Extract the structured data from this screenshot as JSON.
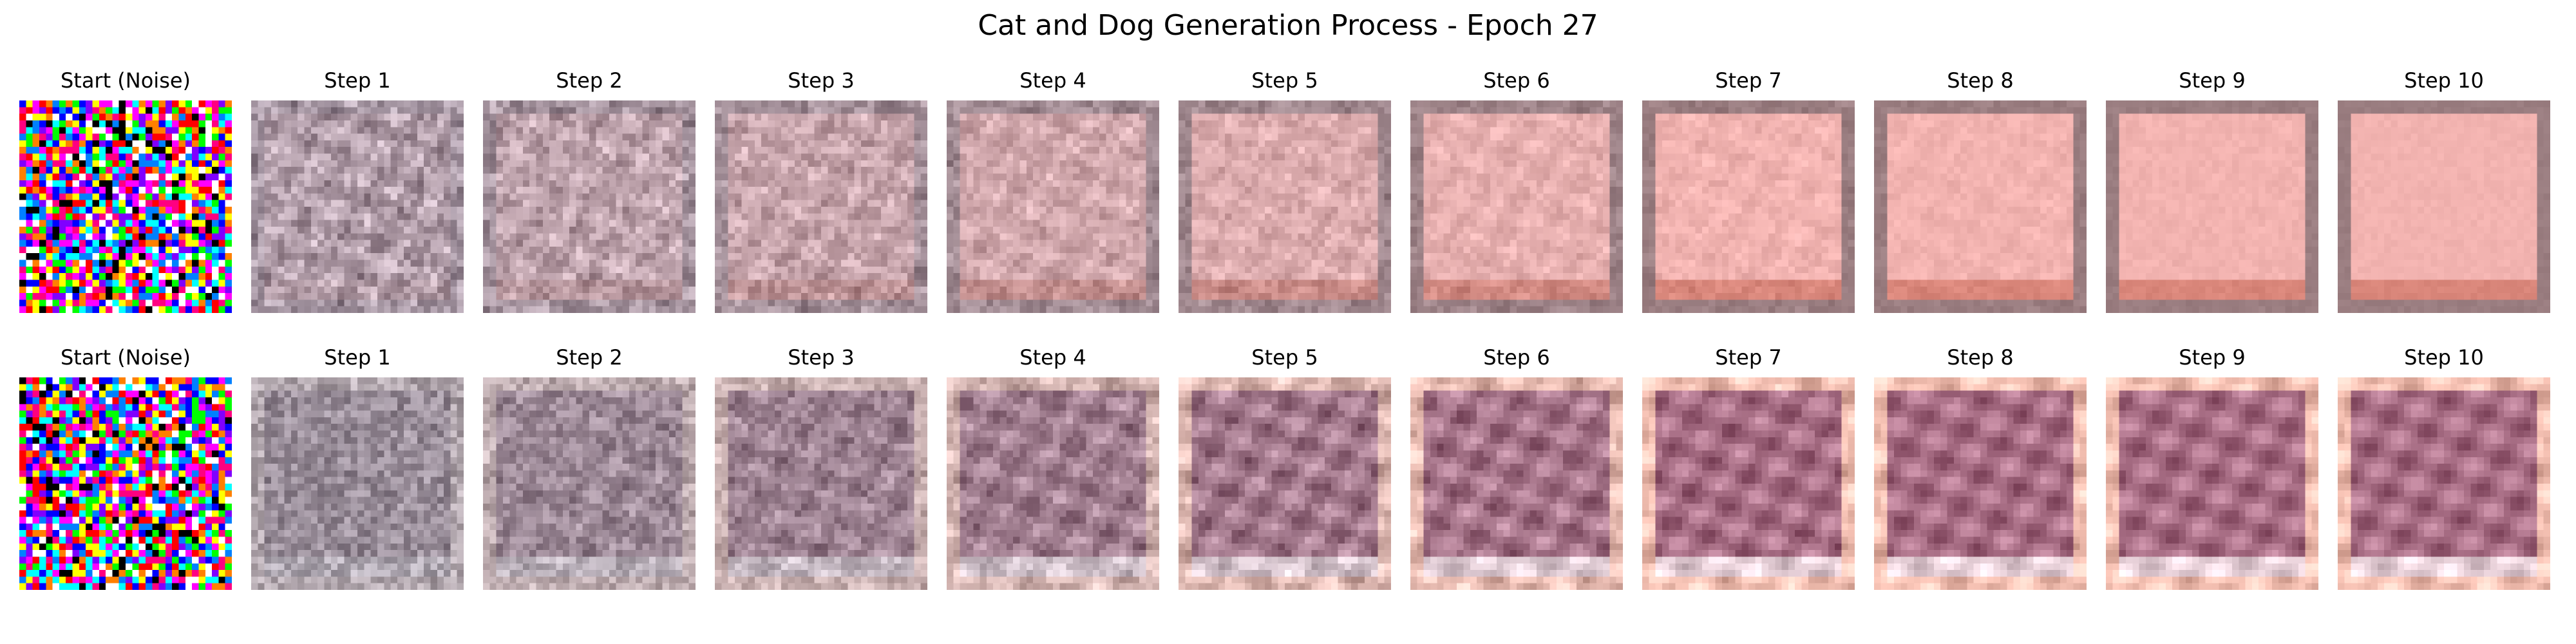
{
  "figure": {
    "title": "Cat and Dog Generation Process - Epoch 27"
  },
  "rows": [
    {
      "panels": [
        "Start (Noise)",
        "Step 1",
        "Step 2",
        "Step 3",
        "Step 4",
        "Step 5",
        "Step 6",
        "Step 7",
        "Step 8",
        "Step 9",
        "Step 10"
      ],
      "palette": {
        "border": "#9a7d80",
        "inner": "#f2b3b0",
        "bottom_band": "#d9867a",
        "early_tint": "#a79aa8"
      }
    },
    {
      "panels": [
        "Start (Noise)",
        "Step 1",
        "Step 2",
        "Step 3",
        "Step 4",
        "Step 5",
        "Step 6",
        "Step 7",
        "Step 8",
        "Step 9",
        "Step 10"
      ],
      "palette": {
        "border": "#f4c0b2",
        "inner": "#b87e95",
        "bottom_band": "#e9d2da",
        "early_tint": "#a7a3ad"
      }
    }
  ]
}
